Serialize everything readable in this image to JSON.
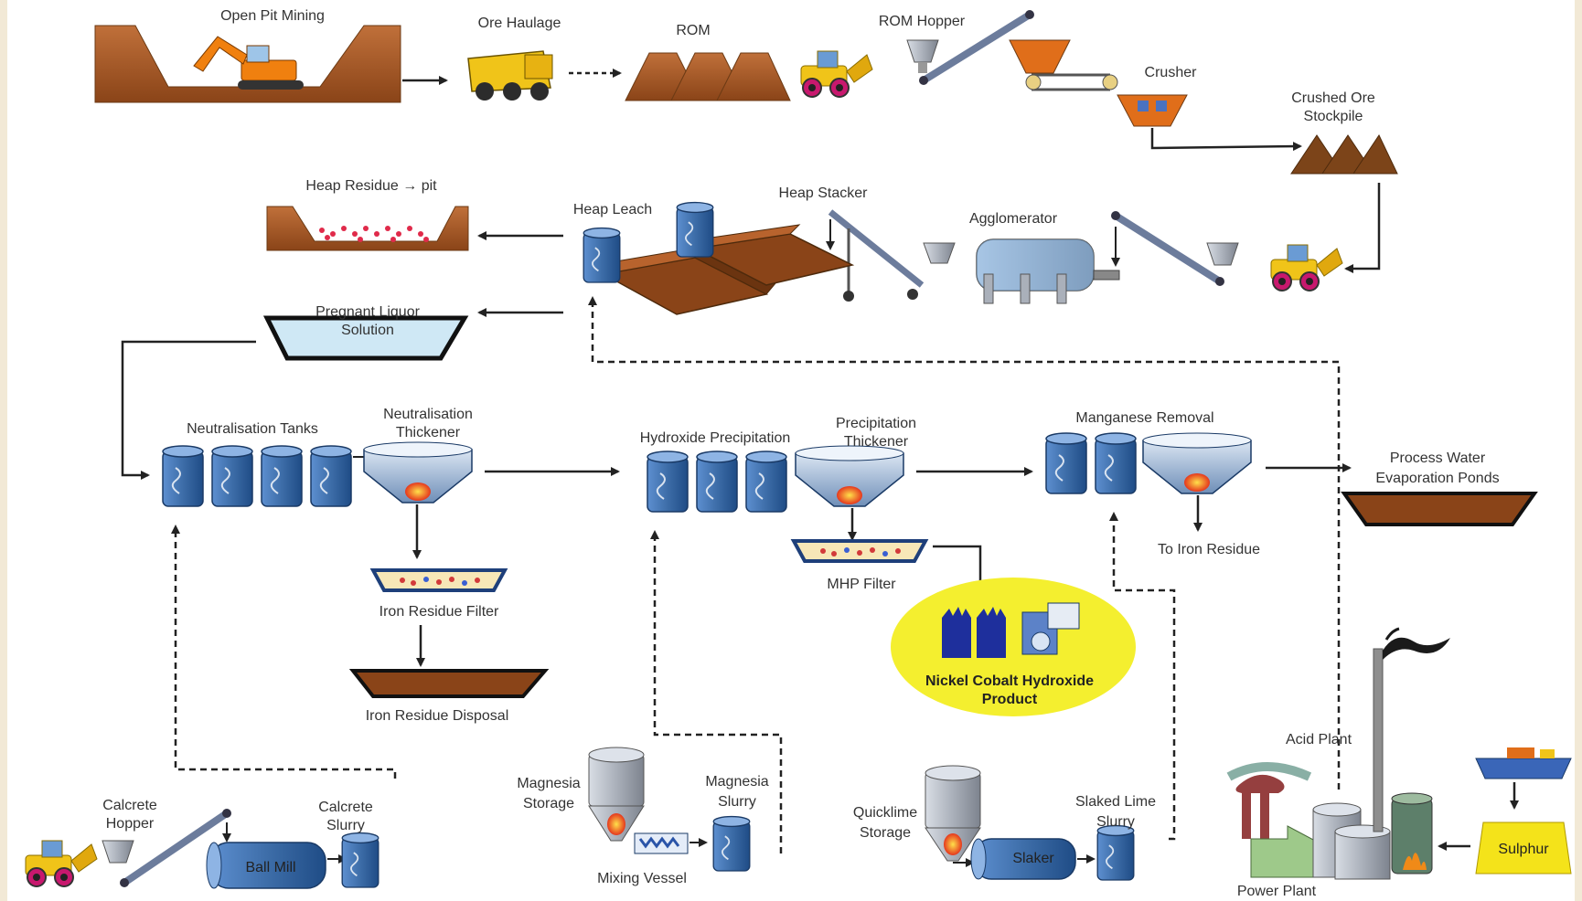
{
  "diagram": {
    "labels": {
      "open_pit_mining": "Open Pit Mining",
      "ore_haulage": "Ore Haulage",
      "rom": "ROM",
      "rom_hopper": "ROM Hopper",
      "crusher": "Crusher",
      "crushed_ore_stockpile_1": "Crushed Ore",
      "crushed_ore_stockpile_2": "Stockpile",
      "heap_residue": "Heap Residue → pit",
      "heap_leach": "Heap Leach",
      "heap_stacker": "Heap Stacker",
      "agglomerator": "Agglomerator",
      "pregnant_liquor_1": "Pregnant Liquor",
      "pregnant_liquor_2": "Solution",
      "neutralisation_tanks": "Neutralisation Tanks",
      "neutralisation_thickener_1": "Neutralisation",
      "neutralisation_thickener_2": "Thickener",
      "hydroxide_precipitation": "Hydroxide Precipitation",
      "precipitation_thickener_1": "Precipitation",
      "precipitation_thickener_2": "Thickener",
      "manganese_removal": "Manganese Removal",
      "process_water_1": "Process Water",
      "process_water_2": "Evaporation Ponds",
      "iron_residue_filter": "Iron Residue Filter",
      "iron_residue_disposal": "Iron Residue Disposal",
      "mhp_filter": "MHP Filter",
      "to_iron_residue": "To Iron Residue",
      "nickel_product_1": "Nickel Cobalt Hydroxide",
      "nickel_product_2": "Product",
      "calcrete_hopper_1": "Calcrete",
      "calcrete_hopper_2": "Hopper",
      "ball_mill": "Ball Mill",
      "calcrete_slurry_1": "Calcrete",
      "calcrete_slurry_2": "Slurry",
      "magnesia_storage_1": "Magnesia",
      "magnesia_storage_2": "Storage",
      "magnesia_slurry_1": "Magnesia",
      "magnesia_slurry_2": "Slurry",
      "mixing_vessel": "Mixing Vessel",
      "quicklime_storage_1": "Quicklime",
      "quicklime_storage_2": "Storage",
      "slaker": "Slaker",
      "slaked_lime_slurry_1": "Slaked Lime",
      "slaked_lime_slurry_2": "Slurry",
      "acid_plant": "Acid Plant",
      "power_plant": "Power Plant",
      "sulphur": "Sulphur"
    },
    "colors": {
      "earth": "#a0522d",
      "tank_blue": "#3d6da8",
      "pond_water": "#cfe8f5",
      "product_yellow": "#f4ef2f",
      "hopper_grey": "#b8bcc4",
      "flow_line": "#222222"
    }
  }
}
